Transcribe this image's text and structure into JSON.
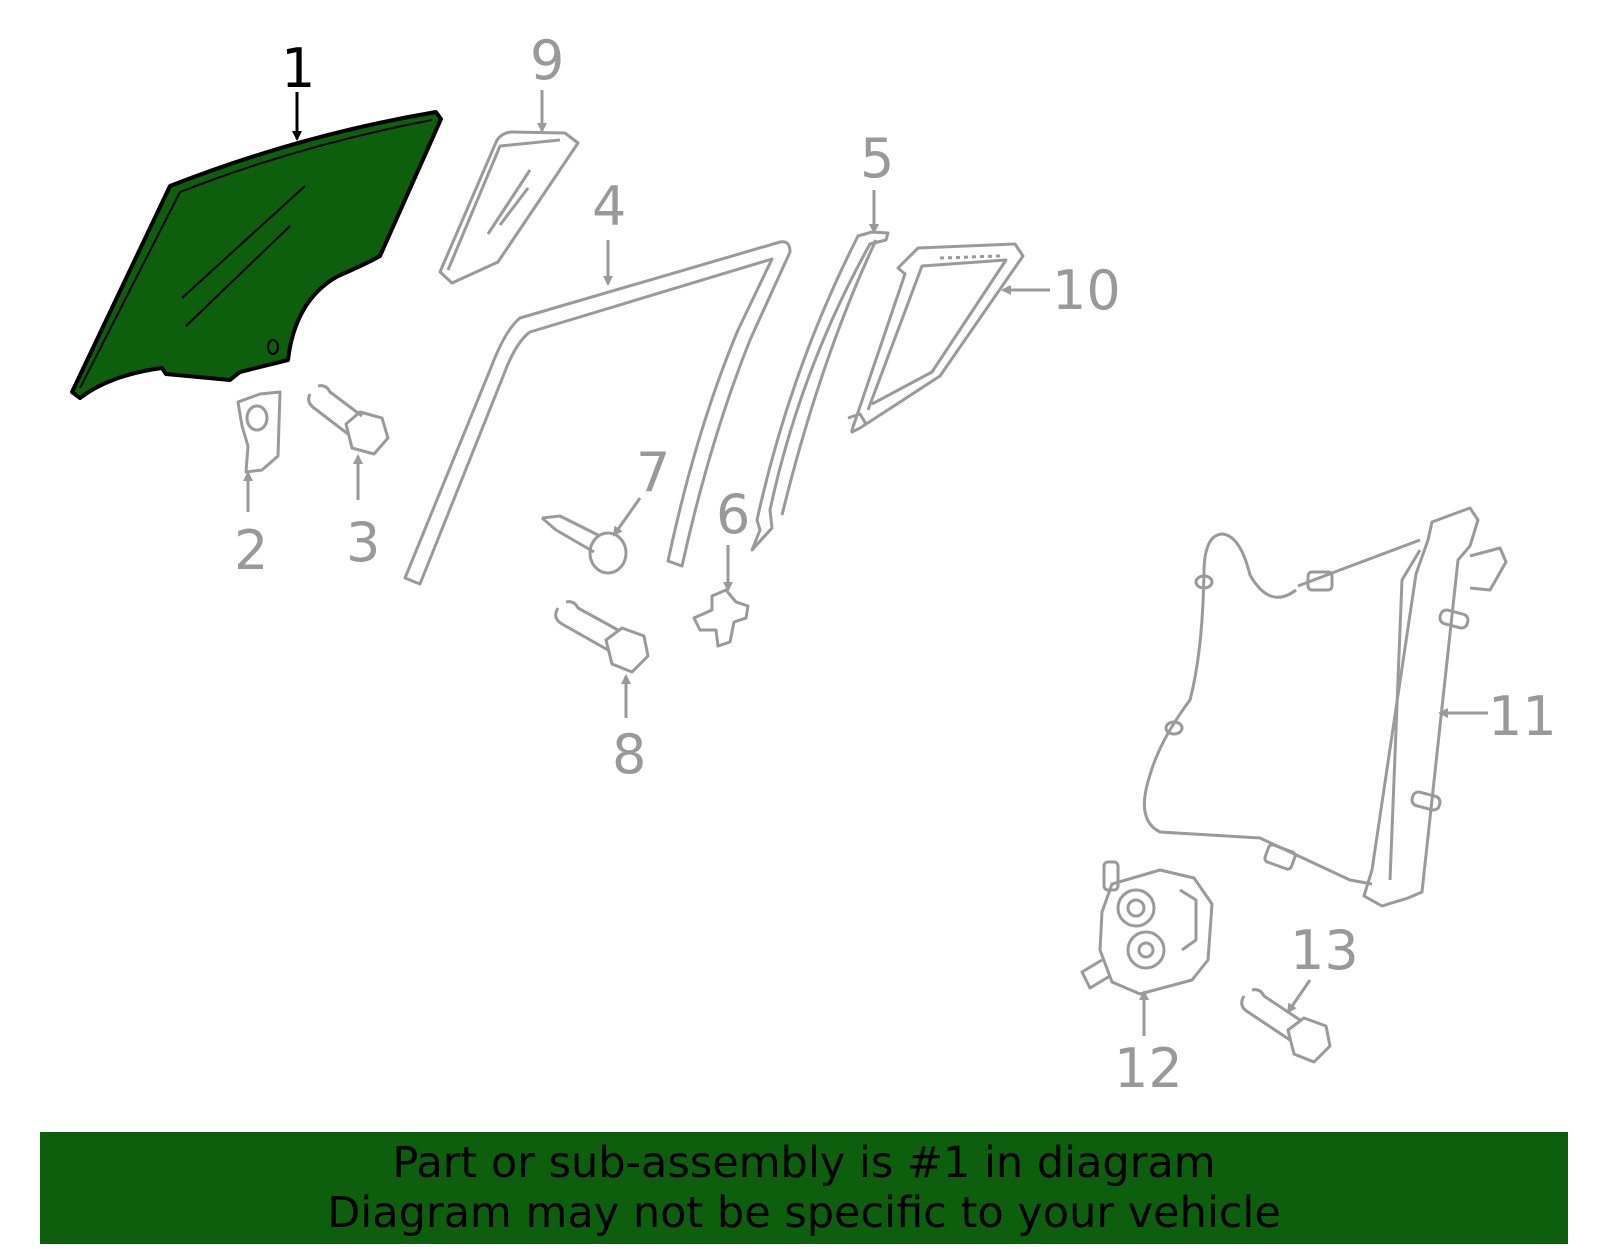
{
  "diagram": {
    "highlight_color": "#0d5e0d",
    "line_color": "#9a9a9a",
    "callouts": {
      "c1": "1",
      "c2": "2",
      "c3": "3",
      "c4": "4",
      "c5": "5",
      "c6": "6",
      "c7": "7",
      "c8": "8",
      "c9": "9",
      "c10": "10",
      "c11": "11",
      "c12": "12",
      "c13": "13"
    },
    "highlighted_part": "1"
  },
  "banner": {
    "line1": "Part or sub-assembly is #1 in diagram",
    "line2": "Diagram may not be specific to your vehicle",
    "background": "#0d5e0d"
  }
}
